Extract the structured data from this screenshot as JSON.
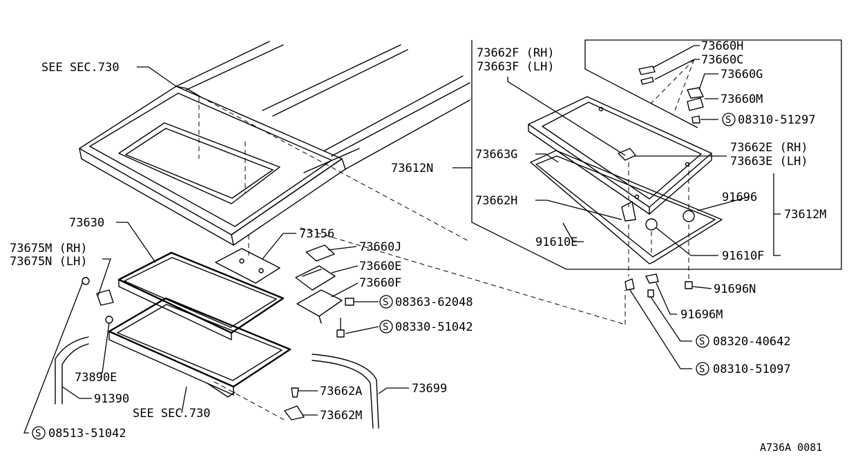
{
  "caption": "A736A 0081",
  "labels": {
    "see_sec_top": "SEE SEC.730",
    "see_sec_bottom": "SEE SEC.730",
    "l73630": "73630",
    "l73675m": "73675M (RH)",
    "l73675n": "73675N (LH)",
    "l73156": "73156",
    "l73660j": "73660J",
    "l73660e": "73660E",
    "l73660f": "73660F",
    "l08363": "08363-62048",
    "l08330": "08330-51042",
    "l73890e": "73890E",
    "l91390": "91390",
    "l08513": "08513-51042",
    "l73662a": "73662A",
    "l73662m": "73662M",
    "l73699": "73699",
    "l73612n": "73612N",
    "l73662f": "73662F (RH)",
    "l73663f": "73663F (LH)",
    "l73660h": "73660H",
    "l73660c": "73660C",
    "l73660g": "73660G",
    "l73660m": "73660M",
    "l08310a": "08310-51297",
    "l73663g": "73663G",
    "l73662e": "73662E (RH)",
    "l73663e": "73663E (LH)",
    "l73662h": "73662H",
    "l91696": "91696",
    "l73612m": "73612M",
    "l91610e": "91610E",
    "l91610f": "91610F",
    "l91696n": "91696N",
    "l91696m": "91696M",
    "l08320": "08320-40642",
    "l08310b": "08310-51097",
    "s_mark": "S"
  }
}
